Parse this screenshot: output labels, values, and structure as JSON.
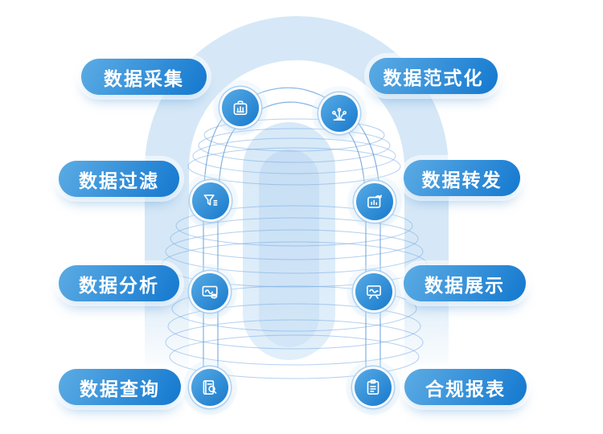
{
  "nodes": [
    {
      "id": "data-collection",
      "label": "数据采集",
      "icon": "collect-icon"
    },
    {
      "id": "data-normalization",
      "label": "数据范式化",
      "icon": "normalize-icon"
    },
    {
      "id": "data-filtering",
      "label": "数据过滤",
      "icon": "filter-icon"
    },
    {
      "id": "data-forwarding",
      "label": "数据转发",
      "icon": "forward-icon"
    },
    {
      "id": "data-analysis",
      "label": "数据分析",
      "icon": "analysis-icon"
    },
    {
      "id": "data-display",
      "label": "数据展示",
      "icon": "display-icon"
    },
    {
      "id": "data-query",
      "label": "数据查询",
      "icon": "query-icon"
    },
    {
      "id": "compliance-report",
      "label": "合规报表",
      "icon": "report-icon"
    }
  ],
  "colors": {
    "pill_gradient_start": "#5cace4",
    "pill_gradient_end": "#1478cf",
    "pill_text": "#ffffff",
    "icon_circle_start": "#58abe5",
    "icon_circle_end": "#1779cc",
    "arch_band": "#d6e8f7",
    "capsule_outer": "#d7e9f8",
    "capsule_inner": "#c7def4",
    "cage_line": "#6aa3dc"
  }
}
